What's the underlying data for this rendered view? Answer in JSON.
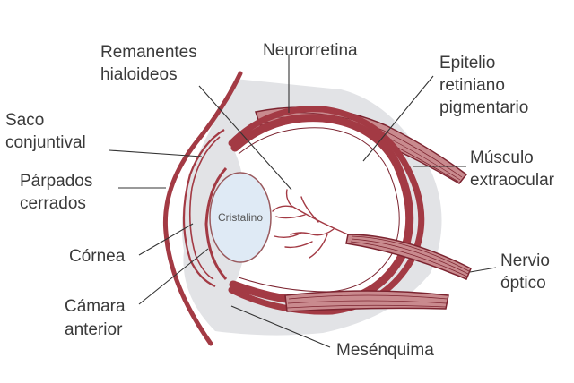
{
  "colors": {
    "tissue": "#a33a44",
    "tissue_dark": "#7c2430",
    "tissue_light": "#c98a8e",
    "mesenchyme": "#e2e3e6",
    "lens_fill": "#dfeaf5",
    "lens_edge": "#9a5a5e"
  },
  "icons": {
    "lens": "lens-ellipse-icon",
    "optic_nerve": "optic-nerve-bundle-icon"
  },
  "labels": {
    "hyaloid_line1": "Remanentes",
    "hyaloid_line2": "hialoideos",
    "neuroretina": "Neurorretina",
    "rpe_line1": "Epitelio",
    "rpe_line2": "retiniano",
    "rpe_line3": "pigmentario",
    "sac_line1": "Saco",
    "sac_line2": "conjuntival",
    "lids_line1": "Párpados",
    "lids_line2": "cerrados",
    "muscle_line1": "Músculo",
    "muscle_line2": "extraocular",
    "cornea": "Córnea",
    "optic_line1": "Nervio",
    "optic_line2": "óptico",
    "chamber_line1": "Cámara",
    "chamber_line2": "anterior",
    "mesenchyme": "Mesénquima",
    "lens": "Cristalino"
  }
}
